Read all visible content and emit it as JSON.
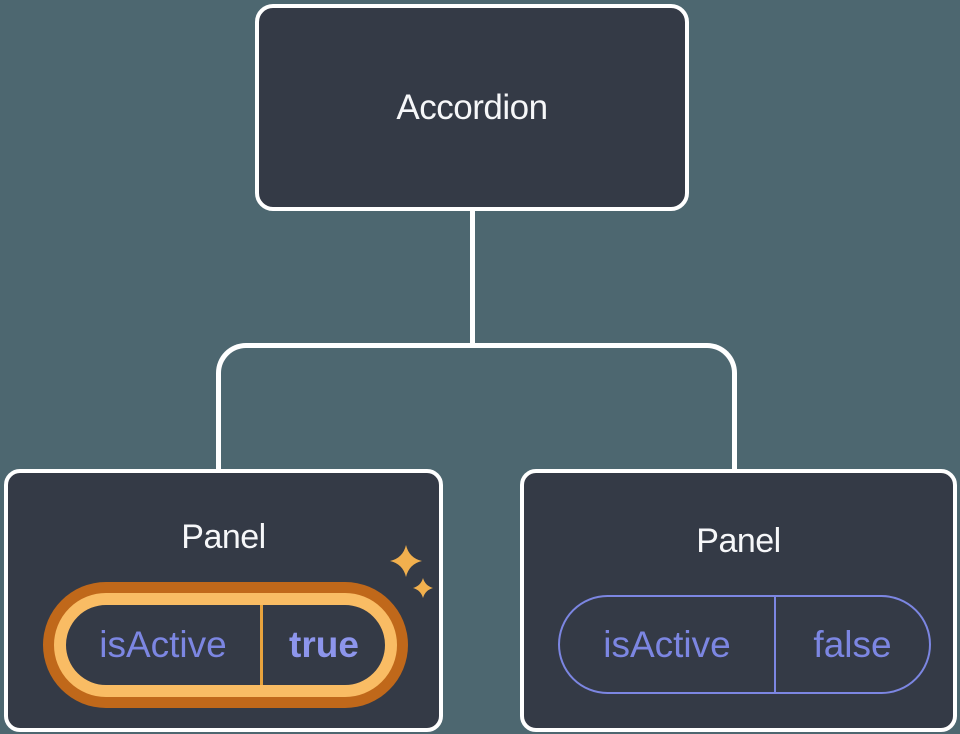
{
  "diagram": {
    "root": {
      "label": "Accordion"
    },
    "panels": [
      {
        "label": "Panel",
        "prop": {
          "name": "isActive",
          "value": "true"
        },
        "active": true
      },
      {
        "label": "Panel",
        "prop": {
          "name": "isActive",
          "value": "false"
        },
        "active": false
      }
    ],
    "colors": {
      "background": "#4d6770",
      "node_fill": "#343a46",
      "node_border": "#ffffff",
      "heading_text": "#f6f7f9",
      "prop_text": "#7c86e2",
      "prop_value_active_text": "#8d95ec",
      "ring_gold": "#f9bc64",
      "ring_orange": "#c0681a",
      "divider_gold": "#e8a33d",
      "sparkle_gold": "#f2b04e"
    }
  }
}
